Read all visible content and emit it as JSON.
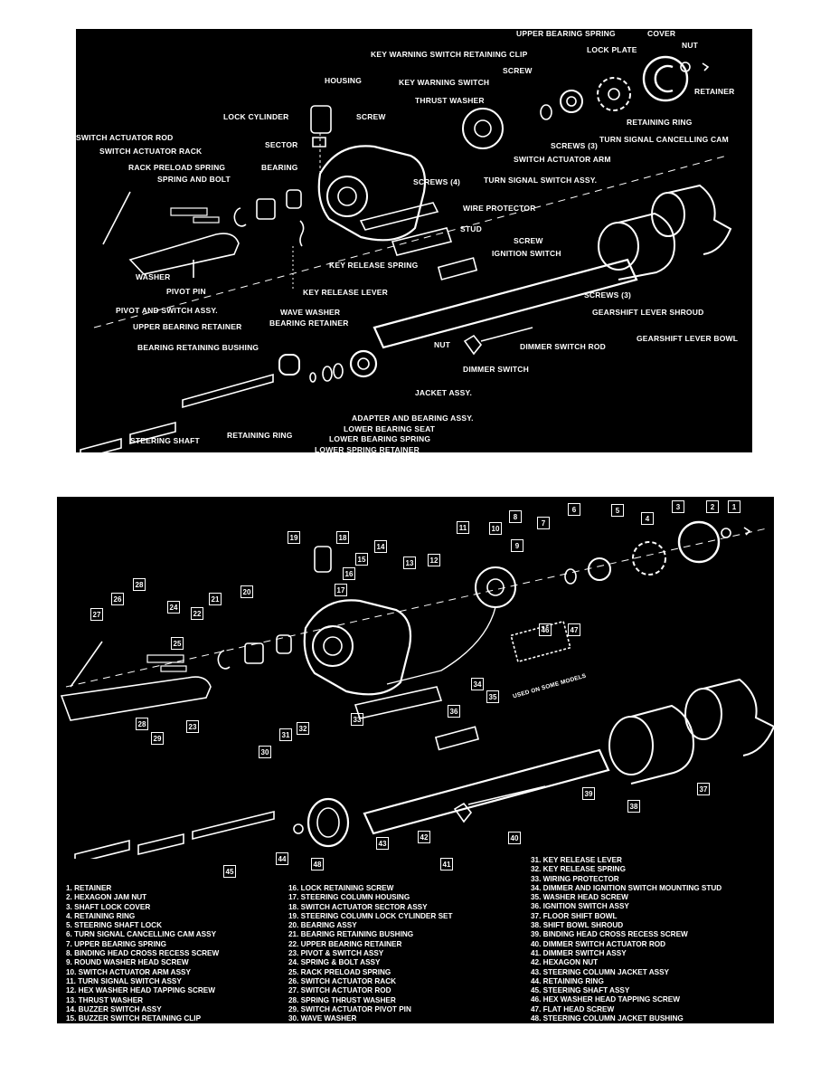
{
  "top_diagram": {
    "labels": {
      "upper_bearing_spring": "UPPER BEARING SPRING",
      "cover": "COVER",
      "key_warning_switch_retaining_clip": "KEY WARNING SWITCH RETAINING CLIP",
      "lock_plate": "LOCK PLATE",
      "nut_top": "NUT",
      "housing": "HOUSING",
      "key_warning_switch": "KEY WARNING SWITCH",
      "screw_top": "SCREW",
      "retainer": "RETAINER",
      "thrust_washer": "THRUST WASHER",
      "lock_cylinder": "LOCK CYLINDER",
      "screw_mid": "SCREW",
      "retaining_ring_top": "RETAINING RING",
      "switch_actuator_rod": "SWITCH ACTUATOR ROD",
      "turn_signal_cancelling_cam": "TURN SIGNAL CANCELLING CAM",
      "sector": "SECTOR",
      "screws_3_top": "SCREWS (3)",
      "switch_actuator_rack": "SWITCH ACTUATOR RACK",
      "switch_actuator_arm": "SWITCH ACTUATOR ARM",
      "rack_preload_spring": "RACK PRELOAD SPRING",
      "bearing": "BEARING",
      "spring_and_bolt": "SPRING AND BOLT",
      "screws_4": "SCREWS (4)",
      "turn_signal_switch_assy": "TURN SIGNAL SWITCH ASSY.",
      "wire_protector": "WIRE PROTECTOR",
      "stud": "STUD",
      "screw_ign": "SCREW",
      "ignition_switch": "IGNITION SWITCH",
      "washer": "WASHER",
      "key_release_spring": "KEY RELEASE SPRING",
      "pivot_pin": "PIVOT PIN",
      "screws_3_low": "SCREWS (3)",
      "key_release_lever": "KEY RELEASE LEVER",
      "pivot_and_switch_assy": "PIVOT AND SWITCH ASSY.",
      "gearshift_lever_shroud": "GEARSHIFT LEVER SHROUD",
      "wave_washer": "WAVE WASHER",
      "upper_bearing_retainer": "UPPER BEARING RETAINER",
      "bearing_retainer": "BEARING RETAINER",
      "gearshift_lever_bowl": "GEARSHIFT LEVER BOWL",
      "nut_low": "NUT",
      "dimmer_switch_rod": "DIMMER SWITCH ROD",
      "bearing_retaining_bushing": "BEARING RETAINING BUSHING",
      "dimmer_switch": "DIMMER SWITCH",
      "jacket_assy": "JACKET ASSY.",
      "adapter_and_bearing_assy": "ADAPTER AND BEARING ASSY.",
      "lower_bearing_seat": "LOWER BEARING SEAT",
      "steering_shaft": "STEERING SHAFT",
      "retaining_ring_low": "RETAINING RING",
      "lower_bearing_spring": "LOWER BEARING SPRING",
      "lower_spring_retainer": "LOWER SPRING RETAINER"
    }
  },
  "bottom_diagram": {
    "callouts": [
      "19",
      "18",
      "28",
      "17",
      "16",
      "15",
      "14",
      "13",
      "12",
      "11",
      "10",
      "8",
      "9",
      "7",
      "6",
      "5",
      "4",
      "3",
      "2",
      "1",
      "26",
      "24",
      "21",
      "20",
      "27",
      "22",
      "25",
      "23",
      "28",
      "29",
      "30",
      "31",
      "32",
      "33",
      "34",
      "35",
      "36",
      "46",
      "47",
      "39",
      "38",
      "37",
      "44",
      "48",
      "43",
      "42",
      "41",
      "40",
      "45"
    ],
    "models_note": "USED ON SOME MODELS",
    "legend_left": [
      "1.  RETAINER",
      "2.  HEXAGON JAM NUT",
      "3.  SHAFT LOCK COVER",
      "4.  RETAINING RING",
      "5.  STEERING SHAFT LOCK",
      "6.  TURN SIGNAL CANCELLING CAM ASSY",
      "7.  UPPER BEARING SPRING",
      "8.  BINDING HEAD CROSS RECESS SCREW",
      "9.  ROUND WASHER HEAD SCREW",
      "10. SWITCH ACTUATOR ARM ASSY",
      "11. TURN SIGNAL SWITCH ASSY",
      "12. HEX WASHER HEAD TAPPING SCREW",
      "13. THRUST WASHER",
      "14. BUZZER SWITCH ASSY",
      "15. BUZZER SWITCH RETAINING CLIP"
    ],
    "legend_mid": [
      "16.  LOCK RETAINING SCREW",
      "17.  STEERING COLUMN HOUSING",
      "18.  SWITCH ACTUATOR SECTOR ASSY",
      "19.  STEERING COLUMN LOCK CYLINDER SET",
      "20.  BEARING ASSY",
      "21.  BEARING RETAINING BUSHING",
      "22.  UPPER BEARING RETAINER",
      "23.  PIVOT & SWITCH ASSY",
      "24.  SPRING & BOLT ASSY",
      "25.  RACK PRELOAD SPRING",
      "26.  SWITCH ACTUATOR RACK",
      "27.  SWITCH ACTUATOR ROD",
      "28.  SPRING THRUST WASHER",
      "29.  SWITCH ACTUATOR PIVOT PIN",
      "30.  WAVE WASHER"
    ],
    "legend_right": [
      "31.  KEY RELEASE LEVER",
      "32.  KEY RELEASE SPRING",
      "33.  WIRING PROTECTOR",
      "34.  DIMMER AND IGNITION SWITCH MOUNTING STUD",
      "35.  WASHER HEAD SCREW",
      "36.  IGNITION SWITCH ASSY",
      "37.  FLOOR SHIFT BOWL",
      "38.  SHIFT BOWL SHROUD",
      "39.  BINDING HEAD CROSS RECESS SCREW",
      "40.  DIMMER SWITCH ACTUATOR ROD",
      "41.  DIMMER SWITCH ASSY",
      "42.  HEXAGON NUT",
      "43.  STEERING COLUMN JACKET ASSY",
      "44.  RETAINING RING",
      "45.  STEERING SHAFT ASSY",
      "46.  HEX WASHER HEAD TAPPING SCREW",
      "47.  FLAT HEAD SCREW",
      "48.  STEERING COLUMN JACKET BUSHING"
    ]
  }
}
